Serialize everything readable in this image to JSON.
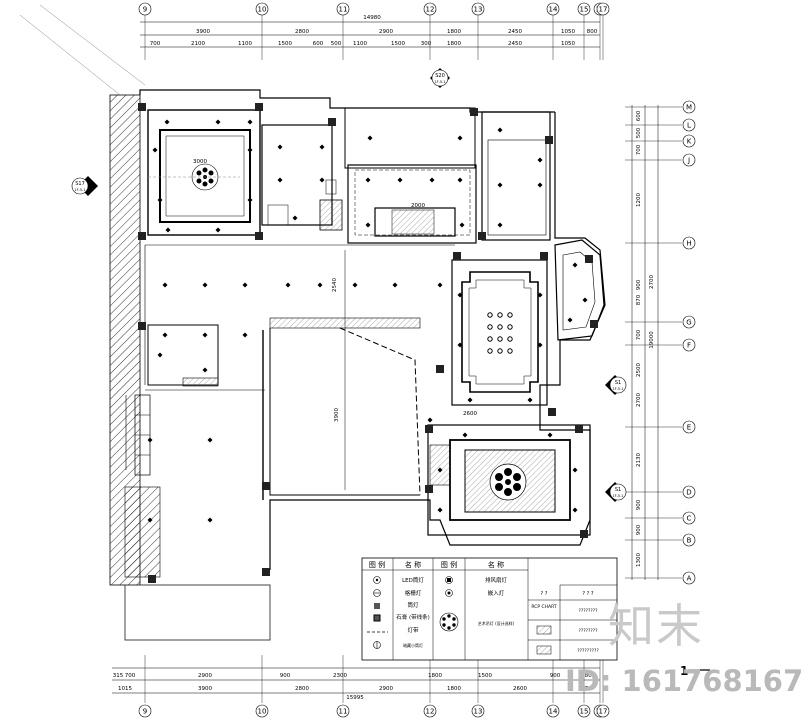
{
  "top_axes": [
    "9",
    "10",
    "11",
    "12",
    "13",
    "14",
    "15",
    "16",
    "17"
  ],
  "top_total": "14980",
  "top_row1": [
    "3900",
    "2800",
    "2900",
    "1800",
    "2450",
    "1050",
    "800"
  ],
  "top_row2": [
    "700",
    "2100",
    "1100",
    "1500",
    "600",
    "500",
    "1100",
    "1500",
    "300",
    "1800",
    "2450",
    "1050"
  ],
  "right_axes": [
    "M",
    "L",
    "K",
    "J",
    "H",
    "G",
    "F",
    "E",
    "D",
    "C",
    "B",
    "A"
  ],
  "right_dims": [
    "600",
    "500",
    "700",
    "1200",
    "900",
    "2700",
    "870",
    "2500",
    "700",
    "19000",
    "2700",
    "2130",
    "900",
    "900",
    "1300"
  ],
  "bottom_axes": [
    "9",
    "10",
    "11",
    "12",
    "13",
    "14",
    "15",
    "16",
    "17"
  ],
  "bottom_total": "15995",
  "bottom_row1": [
    "315",
    "700",
    "2900",
    "900",
    "2300",
    "1800",
    "1500",
    "900",
    "800"
  ],
  "bottom_row2": [
    "1015",
    "3900",
    "2800",
    "2900",
    "1800",
    "2600",
    "1050"
  ],
  "section_marks": [
    {
      "id": "S20",
      "sub": "1F-5-1"
    },
    {
      "id": "S17",
      "sub": "1F-5-1"
    },
    {
      "id": "S1",
      "sub": "1F-5-1"
    },
    {
      "id": "S1",
      "sub": "1F-5-1"
    }
  ],
  "plan_dims": [
    "3000",
    "2000",
    "2540",
    "3900",
    "2600"
  ],
  "legend": {
    "header": [
      "图 例",
      "名 称",
      "图 例",
      "名 称"
    ],
    "rows": [
      [
        "LED筒灯",
        "排风扇灯"
      ],
      [
        "格栅灯",
        "嵌入灯"
      ],
      [
        "筒灯",
        ""
      ],
      [
        "石膏 (带线条)",
        ""
      ],
      [
        "灯带",
        ""
      ],
      [
        "",
        ""
      ]
    ],
    "center_label": "艺术吊灯 (设计选样)",
    "cell_sign": "暗藏小筒灯",
    "right_header": [
      "? ?",
      "? ? ?"
    ],
    "right_items": [
      "????????",
      "????????",
      "?????????"
    ],
    "right_title": "RCP CHART"
  },
  "watermark": "知末",
  "watermark_id": "ID: 161768167",
  "scale_label": "1"
}
